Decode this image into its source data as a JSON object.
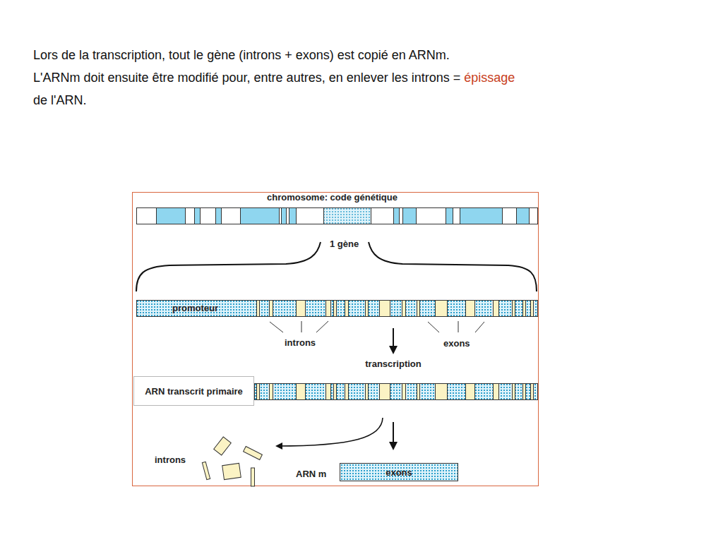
{
  "diagram": {
    "nodes": [
      {
        "text": [
          "chromosome: code génétique"
        ]
      },
      {
        "text": [
          "promoteur"
        ]
      },
      {
        "text": [
          "ARN transcrit primaire"
        ]
      },
      {
        "text": [
          "exons"
        ]
      }
    ],
    "edges": [
      {
        "from": 1,
        "to": 2,
        "arrow": "to",
        "label": "transcription"
      },
      {
        "from": 2,
        "to": 3,
        "arrow": "to"
      }
    ],
    "labels": [
      "Lors de la transcription, tout le gène (introns + exons) est copié en ARNm.",
      "L'ARNm doit ensuite être modifié pour, entre autres, en enlever les introns =",
      "épissage",
      "de l'ARN.",
      "1 gène",
      "introns",
      "exons",
      "introns",
      "ARN m"
    ]
  }
}
